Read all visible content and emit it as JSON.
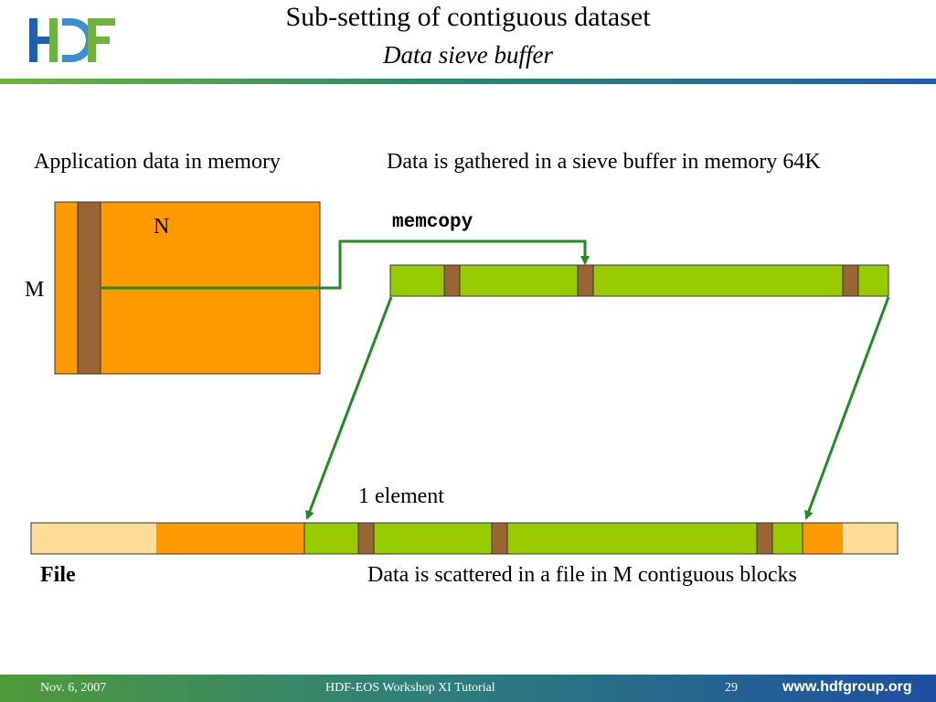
{
  "header": {
    "title": "Sub-setting of contiguous dataset",
    "subtitle": "Data sieve buffer",
    "logo_text": "HDF"
  },
  "labels": {
    "application_data": "Application data in memory",
    "sieve_buffer": "Data is gathered in a sieve buffer in memory 64K",
    "memcopy": "memcopy",
    "n": "N",
    "m": "M",
    "one_element": "1 element",
    "file": "File",
    "scattered": "Data is scattered in a file in M contiguous blocks"
  },
  "footer": {
    "date": "Nov. 6, 2007",
    "event": "HDF-EOS Workshop XI Tutorial",
    "page": "29",
    "url": "www.hdfgroup.org"
  },
  "colors": {
    "memory_block": "#ff9900",
    "column_highlight": "#996633",
    "sieve_buffer": "#99cc00",
    "file_other": "#ffdd99",
    "arrow": "#228b22",
    "logo_blue": "#1e5fae",
    "logo_green": "#6fb33c"
  }
}
